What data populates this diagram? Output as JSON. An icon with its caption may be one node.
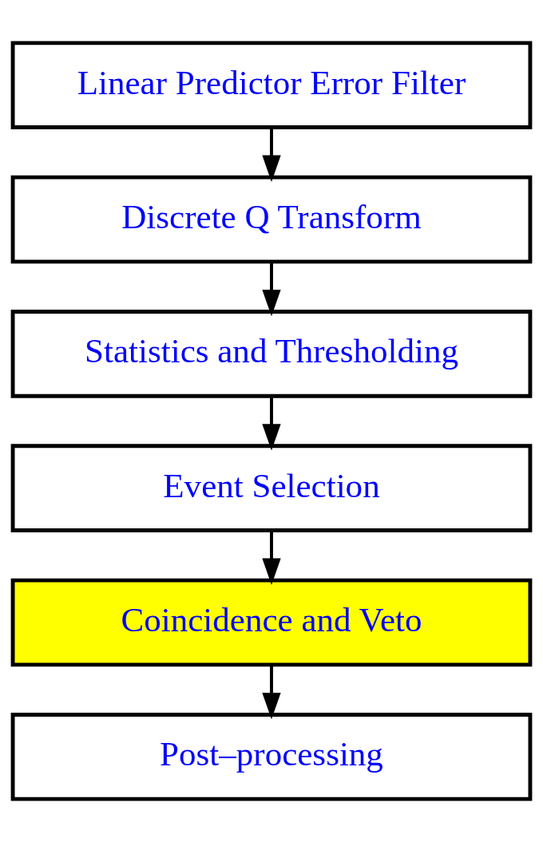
{
  "diagram": {
    "nodes": [
      {
        "text": [
          "Linear Predictor Error Filter"
        ]
      },
      {
        "text": [
          "Discrete Q Transform"
        ]
      },
      {
        "text": [
          "Statistics and Thresholding"
        ]
      },
      {
        "text": [
          "Event Selection"
        ]
      },
      {
        "text": [
          "Coincidence and Veto"
        ]
      },
      {
        "text": [
          "Post–processing"
        ]
      }
    ],
    "edges": [
      {
        "from": 0,
        "to": 1,
        "arrow": "to"
      },
      {
        "from": 1,
        "to": 2,
        "arrow": "to"
      },
      {
        "from": 2,
        "to": 3,
        "arrow": "to"
      },
      {
        "from": 3,
        "to": 4,
        "arrow": "to"
      },
      {
        "from": 4,
        "to": 5,
        "arrow": "to"
      }
    ]
  }
}
